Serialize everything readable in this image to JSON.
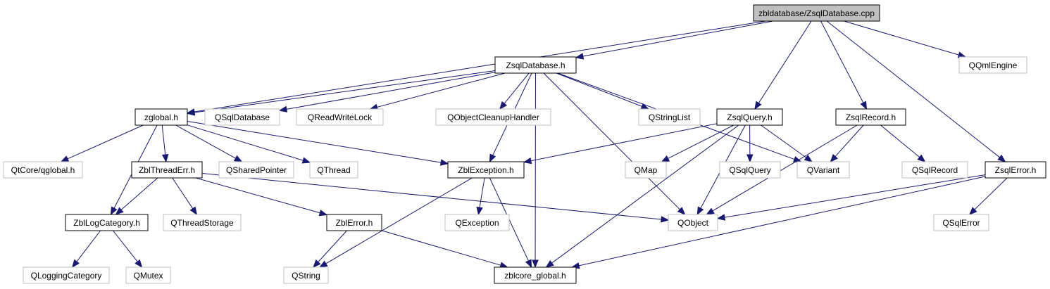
{
  "diagram": {
    "type": "include-dependency-graph",
    "root": "zbldatabase/ZsqlDatabase.cpp",
    "colors": {
      "edge": "#191970",
      "local_border": "#000000",
      "external_border": "#bfbfbf",
      "root_fill": "#bfbfbf"
    },
    "nodes": [
      {
        "id": "root",
        "label": "zbldatabase/ZsqlDatabase.cpp",
        "kind": "root"
      },
      {
        "id": "zsqldatabase_h",
        "label": "ZsqlDatabase.h",
        "kind": "local"
      },
      {
        "id": "qqmlengine",
        "label": "QQmlEngine",
        "kind": "external"
      },
      {
        "id": "zglobal_h",
        "label": "zglobal.h",
        "kind": "local"
      },
      {
        "id": "qsqldatabase",
        "label": "QSqlDatabase",
        "kind": "external"
      },
      {
        "id": "qreadwritelock",
        "label": "QReadWriteLock",
        "kind": "external"
      },
      {
        "id": "qobjectcleanuphandler",
        "label": "QObjectCleanupHandler",
        "kind": "external"
      },
      {
        "id": "qstringlist",
        "label": "QStringList",
        "kind": "external"
      },
      {
        "id": "zsqlquery_h",
        "label": "ZsqlQuery.h",
        "kind": "local"
      },
      {
        "id": "zsqlrecord_h",
        "label": "ZsqlRecord.h",
        "kind": "local"
      },
      {
        "id": "qtcore_qglobal",
        "label": "QtCore/qglobal.h",
        "kind": "external"
      },
      {
        "id": "zblthreaderr_h",
        "label": "ZblThreadErr.h",
        "kind": "local"
      },
      {
        "id": "qsharedpointer",
        "label": "QSharedPointer",
        "kind": "external"
      },
      {
        "id": "qthread",
        "label": "QThread",
        "kind": "external"
      },
      {
        "id": "zblexception_h",
        "label": "ZblException.h",
        "kind": "local"
      },
      {
        "id": "qmap",
        "label": "QMap",
        "kind": "external"
      },
      {
        "id": "qsqlquery",
        "label": "QSqlQuery",
        "kind": "external"
      },
      {
        "id": "qvariant",
        "label": "QVariant",
        "kind": "external"
      },
      {
        "id": "qsqlrecord",
        "label": "QSqlRecord",
        "kind": "external"
      },
      {
        "id": "zsqlerror_h",
        "label": "ZsqlError.h",
        "kind": "local"
      },
      {
        "id": "zbllogcategory_h",
        "label": "ZblLogCategory.h",
        "kind": "local"
      },
      {
        "id": "qthreadstorage",
        "label": "QThreadStorage",
        "kind": "external"
      },
      {
        "id": "zblerror_h",
        "label": "ZblError.h",
        "kind": "local"
      },
      {
        "id": "qexception",
        "label": "QException",
        "kind": "external"
      },
      {
        "id": "qobject",
        "label": "QObject",
        "kind": "external"
      },
      {
        "id": "qsqlerror",
        "label": "QSqlError",
        "kind": "external"
      },
      {
        "id": "qloggingcategory",
        "label": "QLoggingCategory",
        "kind": "external"
      },
      {
        "id": "qmutex",
        "label": "QMutex",
        "kind": "external"
      },
      {
        "id": "qstring",
        "label": "QString",
        "kind": "external"
      },
      {
        "id": "zblcore_global_h",
        "label": "zblcore_global.h",
        "kind": "local"
      }
    ],
    "edges": [
      {
        "from": "root",
        "to": "zsqldatabase_h"
      },
      {
        "from": "root",
        "to": "zglobal_h"
      },
      {
        "from": "root",
        "to": "zsqlquery_h"
      },
      {
        "from": "root",
        "to": "zsqlrecord_h"
      },
      {
        "from": "root",
        "to": "zsqlerror_h"
      },
      {
        "from": "root",
        "to": "qqmlengine"
      },
      {
        "from": "zsqldatabase_h",
        "to": "zglobal_h"
      },
      {
        "from": "zsqldatabase_h",
        "to": "qsqldatabase"
      },
      {
        "from": "zsqldatabase_h",
        "to": "qreadwritelock"
      },
      {
        "from": "zsqldatabase_h",
        "to": "qobjectcleanuphandler"
      },
      {
        "from": "zsqldatabase_h",
        "to": "qstringlist"
      },
      {
        "from": "zsqldatabase_h",
        "to": "zblexception_h"
      },
      {
        "from": "zsqldatabase_h",
        "to": "qobject"
      },
      {
        "from": "zsqldatabase_h",
        "to": "qvariant"
      },
      {
        "from": "zsqldatabase_h",
        "to": "zblcore_global_h"
      },
      {
        "from": "zglobal_h",
        "to": "qtcore_qglobal"
      },
      {
        "from": "zglobal_h",
        "to": "zblthreaderr_h"
      },
      {
        "from": "zglobal_h",
        "to": "zbllogcategory_h"
      },
      {
        "from": "zglobal_h",
        "to": "qsharedpointer"
      },
      {
        "from": "zglobal_h",
        "to": "qthread"
      },
      {
        "from": "zglobal_h",
        "to": "zblexception_h"
      },
      {
        "from": "zblthreaderr_h",
        "to": "zbllogcategory_h"
      },
      {
        "from": "zblthreaderr_h",
        "to": "qthreadstorage"
      },
      {
        "from": "zblthreaderr_h",
        "to": "zblerror_h"
      },
      {
        "from": "zblthreaderr_h",
        "to": "qobject"
      },
      {
        "from": "zbllogcategory_h",
        "to": "qloggingcategory"
      },
      {
        "from": "zbllogcategory_h",
        "to": "qmutex"
      },
      {
        "from": "zblexception_h",
        "to": "qexception"
      },
      {
        "from": "zblexception_h",
        "to": "qstring"
      },
      {
        "from": "zblexception_h",
        "to": "zblcore_global_h"
      },
      {
        "from": "zblerror_h",
        "to": "qstring"
      },
      {
        "from": "zblerror_h",
        "to": "zblcore_global_h"
      },
      {
        "from": "zsqlquery_h",
        "to": "zblexception_h"
      },
      {
        "from": "zsqlquery_h",
        "to": "qmap"
      },
      {
        "from": "zsqlquery_h",
        "to": "qsqlquery"
      },
      {
        "from": "zsqlquery_h",
        "to": "qvariant"
      },
      {
        "from": "zsqlquery_h",
        "to": "qobject"
      },
      {
        "from": "zsqlquery_h",
        "to": "zblcore_global_h"
      },
      {
        "from": "zsqlrecord_h",
        "to": "qvariant"
      },
      {
        "from": "zsqlrecord_h",
        "to": "qsqlrecord"
      },
      {
        "from": "zsqlrecord_h",
        "to": "qobject"
      },
      {
        "from": "zsqlerror_h",
        "to": "qobject"
      },
      {
        "from": "zsqlerror_h",
        "to": "qsqlerror"
      },
      {
        "from": "zsqlerror_h",
        "to": "zblcore_global_h"
      }
    ]
  }
}
